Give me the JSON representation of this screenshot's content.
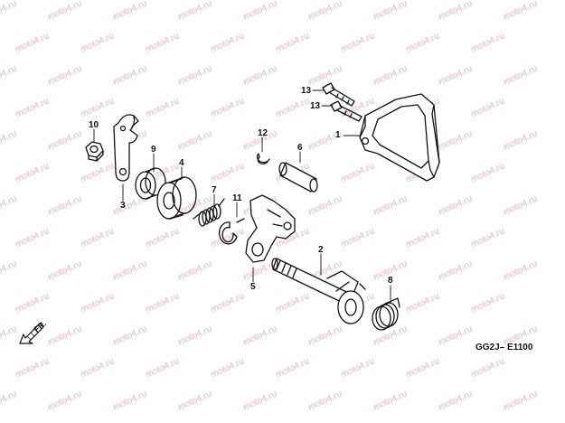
{
  "watermark": "moto4.ru",
  "diagram_code": "GG2J– E1100",
  "front_marker": "FR.",
  "callouts": {
    "p1": "1",
    "p2": "2",
    "p3": "3",
    "p4": "4",
    "p5": "5",
    "p6": "6",
    "p7": "7",
    "p8": "8",
    "p9": "9",
    "p10": "10",
    "p11": "11",
    "p12": "12",
    "p13a": "13",
    "p13b": "13"
  },
  "colors": {
    "line": "#111111",
    "watermark": "#e4b9b9",
    "background": "#ffffff"
  }
}
